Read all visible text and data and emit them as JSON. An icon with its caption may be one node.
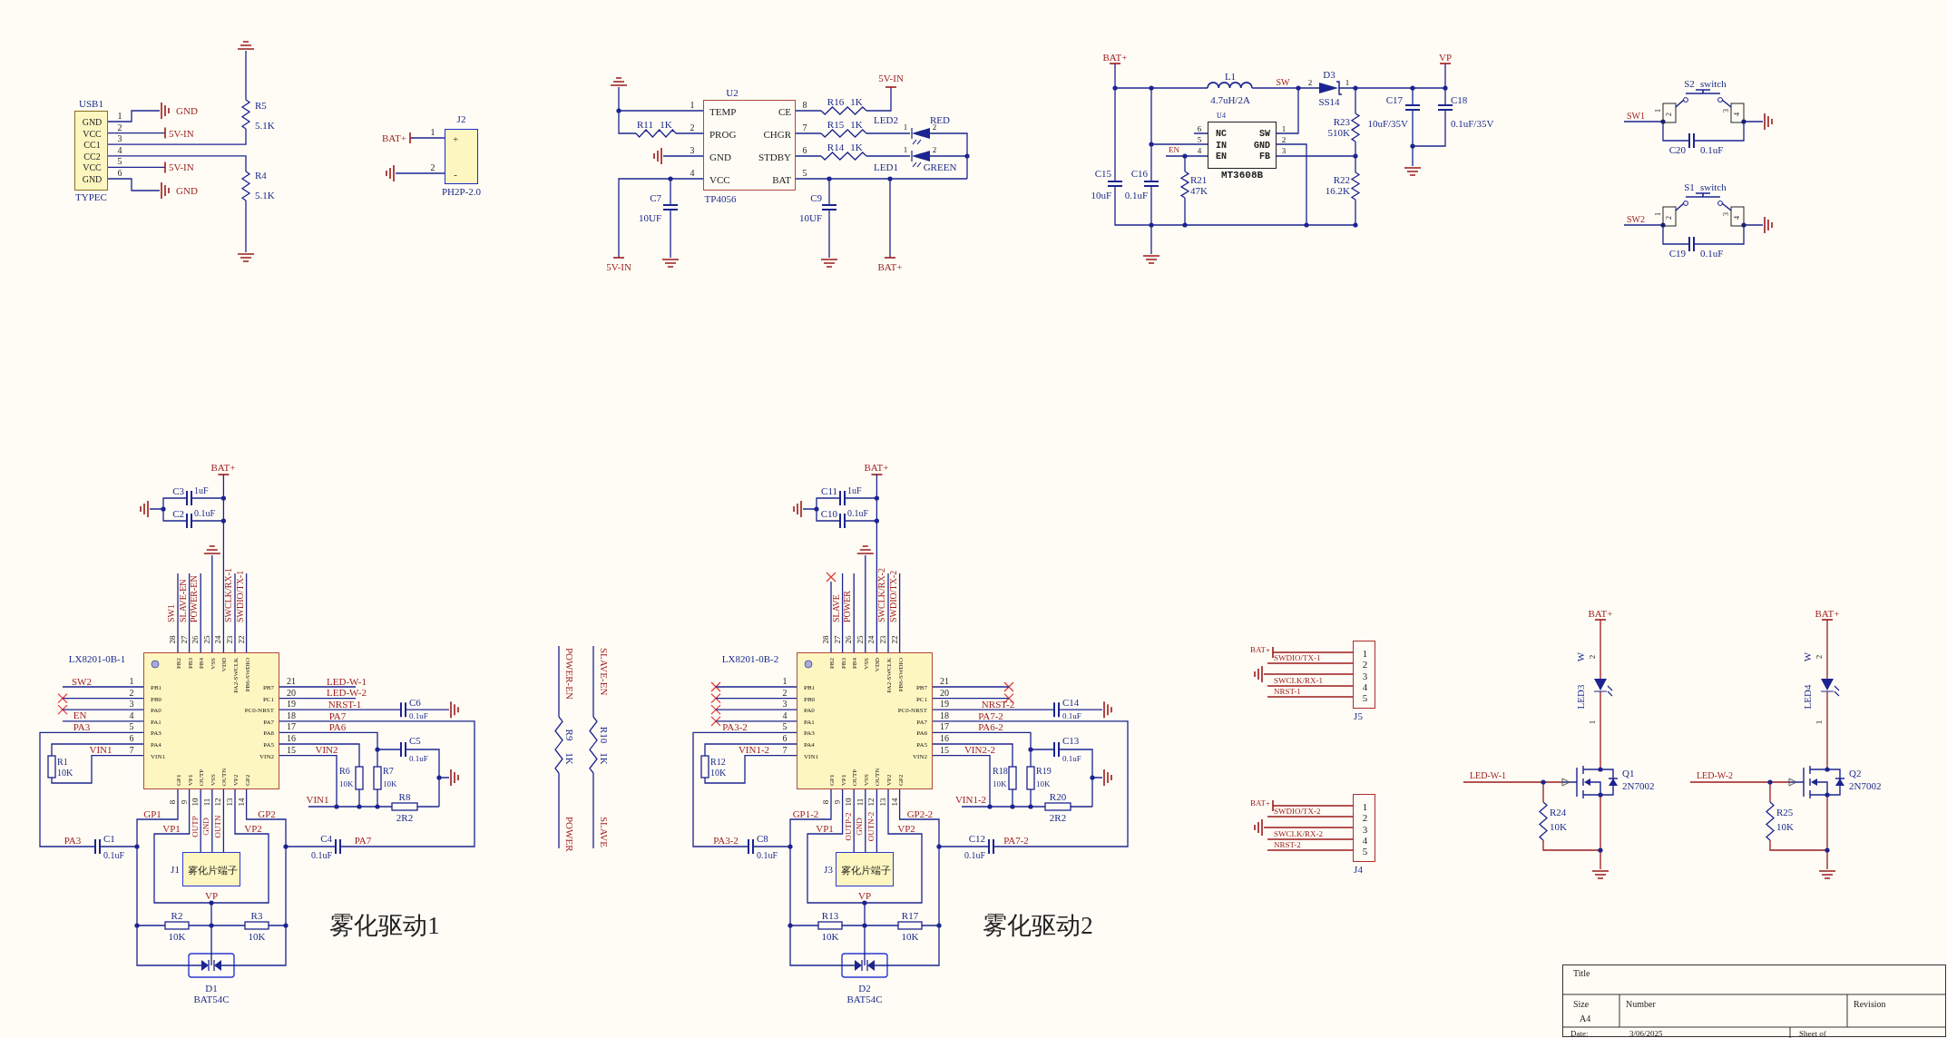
{
  "diagram": {
    "nodes": [
      {
        "text": [
          "GND",
          "VCC",
          "CC1",
          "CC2",
          "VCC",
          "GND"
        ],
        "beside": [
          "USB1",
          "TYPEC"
        ]
      },
      {
        "text": [
          "+",
          "-"
        ],
        "beside": [
          "J2",
          "PH2P-2.0"
        ]
      },
      {
        "text": [
          "TEMP",
          "PROG",
          "GND",
          "VCC",
          "CE",
          "CHGR",
          "STDBY",
          "BAT"
        ],
        "beside": [
          "U2",
          "TP4056"
        ]
      },
      {
        "text": [
          "NC",
          "IN",
          "EN",
          "SW",
          "GND",
          "FB"
        ],
        "beside": [
          "U4",
          "MT3608B"
        ]
      },
      {
        "text": [
          "PB2",
          "PB3",
          "PB4",
          "VSS",
          "VDD",
          "PA2-SWCLK",
          "PB6-SWDIO",
          "PB1",
          "PB0",
          "PA0",
          "PA1",
          "PA3",
          "PA4",
          "VIN1",
          "PB7",
          "PC1",
          "PC0-NRST",
          "PA7",
          "PA6",
          "PA5",
          "VIN2",
          "GP1",
          "VP1",
          "OUTP",
          "VSS",
          "OUTN",
          "VP2",
          "GP2"
        ],
        "beside": [
          "LX8201-0B-1"
        ]
      },
      {
        "text": [
          "雾化片端子"
        ],
        "beside": [
          "J1"
        ]
      },
      {
        "text": [
          "PB2",
          "PB3",
          "PB4",
          "VSS",
          "VDD",
          "PA2-SWCLK",
          "PB6-SWDIO",
          "PB1",
          "PB0",
          "PA0",
          "PA1",
          "PA3",
          "PA4",
          "VIN1",
          "PB7",
          "PC1",
          "PC0-NRST",
          "PA7",
          "PA6",
          "PA5",
          "VIN2",
          "GP1",
          "VP1",
          "OUTP",
          "VSS",
          "OUTN",
          "VP2",
          "GP2"
        ],
        "beside": [
          "LX8201-0B-2"
        ]
      },
      {
        "text": [
          "雾化片端子"
        ],
        "beside": [
          "J3"
        ]
      },
      {
        "text": [
          "1",
          "2",
          "3",
          "4",
          "5"
        ],
        "beside": [
          "J5"
        ]
      },
      {
        "text": [
          "1",
          "2",
          "3",
          "4",
          "5"
        ],
        "beside": [
          "J4"
        ]
      },
      {
        "text": [
          "Title",
          "Size",
          "A4",
          "Number",
          "Revision",
          "Date:",
          "3/06/2025",
          "Sheet of"
        ]
      }
    ],
    "edges": [
      {
        "from": 4,
        "to": 5,
        "arrow": "none",
        "label": "OUTP"
      },
      {
        "from": 4,
        "to": 5,
        "arrow": "none",
        "label": "GND"
      },
      {
        "from": 4,
        "to": 5,
        "arrow": "none",
        "label": "OUTN"
      },
      {
        "from": 6,
        "to": 7,
        "arrow": "none",
        "label": "OUTP-2"
      },
      {
        "from": 6,
        "to": 7,
        "arrow": "none",
        "label": "GND"
      },
      {
        "from": 6,
        "to": 7,
        "arrow": "none",
        "label": "OUTN-2"
      }
    ],
    "labels": [
      "1",
      "2",
      "3",
      "4",
      "5",
      "6",
      "GND",
      "5V-IN",
      "5V-IN",
      "GND",
      "R5",
      "5.1K",
      "R4",
      "5.1K",
      "BAT+",
      "1",
      "2",
      "1",
      "2",
      "3",
      "4",
      "8",
      "7",
      "6",
      "5",
      "R11",
      "1K",
      "C7",
      "10UF",
      "5V-IN",
      "R16",
      "1K",
      "5V-IN",
      "R15",
      "1K",
      "R14",
      "1K",
      "LED2",
      "RED",
      "1",
      "2",
      "1",
      "2",
      "LED1",
      "GREEN",
      "C9",
      "10UF",
      "BAT+",
      "BAT+",
      "L1",
      "4.7uH/2A",
      "SW",
      "D3",
      "2",
      "1",
      "SS14",
      "VP",
      "EN",
      "6",
      "5",
      "4",
      "1",
      "2",
      "3",
      "R21",
      "47K",
      "C15",
      "10uF",
      "C16",
      "0.1uF",
      "R23",
      "510K",
      "R22",
      "16.2K",
      "C17",
      "10uF/35V",
      "C18",
      "0.1uF/35V",
      "S2",
      "switch",
      "SW1",
      "1",
      "2",
      "3",
      "4",
      "C20",
      "0.1uF",
      "S1",
      "switch",
      "SW2",
      "1",
      "2",
      "3",
      "4",
      "C19",
      "0.1uF",
      "BAT+",
      "C3",
      "1uF",
      "C2",
      "0.1uF",
      "SW1",
      "SLAVE-EN",
      "POWER-EN",
      "SWCLK/RX-1",
      "SWDIO/TX-1",
      "28",
      "27",
      "26",
      "25",
      "24",
      "23",
      "22",
      "1",
      "2",
      "3",
      "4",
      "5",
      "6",
      "7",
      "21",
      "20",
      "19",
      "18",
      "17",
      "16",
      "15",
      "8",
      "9",
      "10",
      "11",
      "12",
      "13",
      "14",
      "SW2",
      "EN",
      "PA3",
      "VIN1",
      "LED-W-1",
      "LED-W-2",
      "NRST-1",
      "PA7",
      "PA6",
      "VIN2",
      "C6",
      "0.1uF",
      "C5",
      "0.1uF",
      "R6",
      "10K",
      "R7",
      "10K",
      "VIN1",
      "R8",
      "2R2",
      "R1",
      "10K",
      "GP1",
      "GP2",
      "VP1",
      "VP2",
      "PA3",
      "C1",
      "0.1uF",
      "C4",
      "0.1uF",
      "PA7",
      "VP",
      "R2",
      "10K",
      "R3",
      "10K",
      "D1",
      "BAT54C",
      "雾化驱动1",
      "POWER-EN",
      "R9",
      "1K",
      "POWER",
      "SLAVE-EN",
      "R10",
      "1K",
      "SLAVE",
      "BAT+",
      "C11",
      "1uF",
      "C10",
      "0.1uF",
      "SLAVE",
      "POWER",
      "SWCLK/RX-2",
      "SWDIO/TX-2",
      "28",
      "27",
      "26",
      "25",
      "24",
      "23",
      "22",
      "1",
      "2",
      "3",
      "4",
      "5",
      "6",
      "7",
      "21",
      "20",
      "19",
      "18",
      "17",
      "16",
      "15",
      "8",
      "9",
      "10",
      "11",
      "12",
      "13",
      "14",
      "PA3-2",
      "VIN1-2",
      "NRST-2",
      "PA7-2",
      "PA6-2",
      "VIN2-2",
      "C14",
      "0.1uF",
      "C13",
      "0.1uF",
      "R18",
      "10K",
      "R19",
      "10K",
      "VIN1-2",
      "R20",
      "2R2",
      "R12",
      "10K",
      "GP1-2",
      "GP2-2",
      "VP1",
      "VP2",
      "PA3-2",
      "C8",
      "0.1uF",
      "C12",
      "0.1uF",
      "PA7-2",
      "VP",
      "R13",
      "10K",
      "R17",
      "10K",
      "D2",
      "BAT54C",
      "雾化驱动2",
      "BAT+",
      "SWDIO/TX-1",
      "SWCLK/RX-1",
      "NRST-1",
      "BAT+",
      "SWDIO/TX-2",
      "SWCLK/RX-2",
      "NRST-2",
      "BAT+",
      "W",
      "2",
      "LED3",
      "1",
      "Q1",
      "2N7002",
      "LED-W-1",
      "R24",
      "10K",
      "BAT+",
      "W",
      "2",
      "LED4",
      "1",
      "Q2",
      "2N7002",
      "LED-W-2",
      "R25",
      "10K"
    ]
  }
}
